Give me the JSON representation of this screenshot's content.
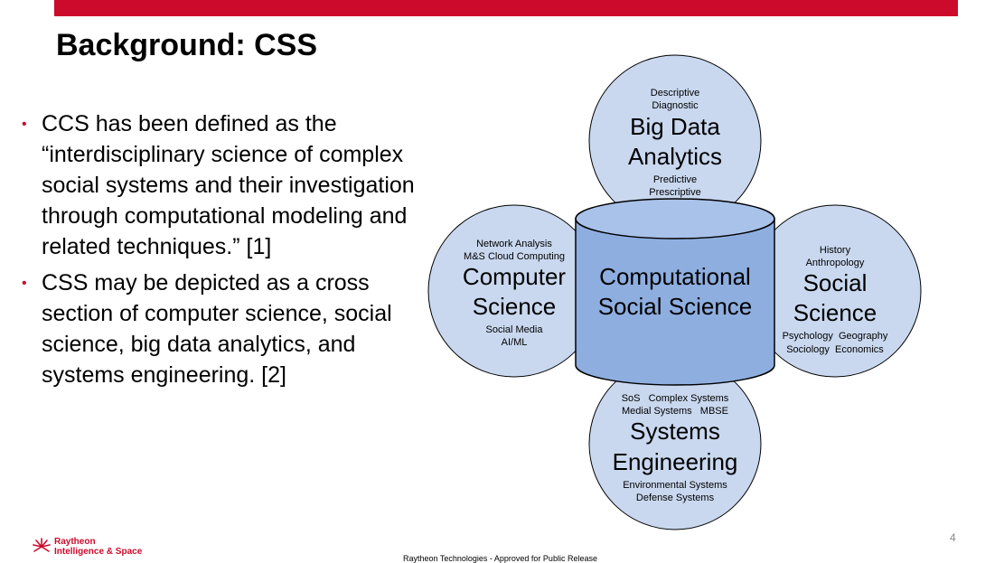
{
  "slide": {
    "title": "Background: CSS",
    "bullets": [
      "CCS has been defined as the “interdisciplinary science of complex social systems and their investigation through computational modeling and related techniques.”  [1]",
      "CSS may be depicted as a cross section of computer science, social science, big data analytics, and systems engineering. [2]"
    ],
    "page_number": "4",
    "footer": "Raytheon Technologies - Approved for Public Release",
    "logo": {
      "line1": "Raytheon",
      "line2": "Intelligence & Space"
    }
  },
  "diagram": {
    "center": {
      "line1": "Computational",
      "line2": "Social Science"
    },
    "big_data": {
      "top_items": [
        "Descriptive",
        "Diagnostic"
      ],
      "title": [
        "Big Data",
        "Analytics"
      ],
      "bottom_items": [
        "Predictive",
        "Prescriptive"
      ]
    },
    "computer_science": {
      "top_items": [
        "Network Analysis",
        "M&S Cloud Computing"
      ],
      "title": [
        "Computer",
        "Science"
      ],
      "bottom_items": [
        "Social Media",
        "AI/ML"
      ]
    },
    "social_science": {
      "top_items": [
        "History",
        "Anthropology"
      ],
      "title": [
        "Social",
        "Science"
      ],
      "bottom_items": [
        "Psychology  Geography",
        "Sociology  Economics"
      ]
    },
    "systems_engineering": {
      "top_items": [
        "SoS   Complex Systems",
        "Medial Systems   MBSE"
      ],
      "title": [
        "Systems",
        "Engineering"
      ],
      "bottom_items": [
        "Environmental Systems",
        "Defense Systems"
      ]
    },
    "colors": {
      "circle_fill": "#c9d8ef",
      "cylinder_fill": "#8eaee0",
      "cylinder_top": "#a9c2ea",
      "stroke": "#000000"
    }
  }
}
